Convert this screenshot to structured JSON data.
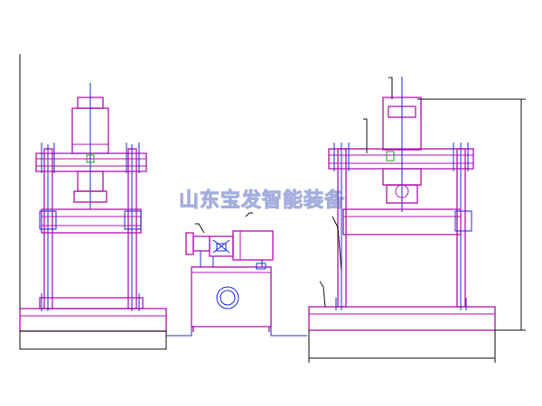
{
  "watermark": {
    "text": "山东宝发智能装备"
  },
  "colors": {
    "frame": "#b012b0",
    "hydraulic": "#1a2bd6",
    "dimension": "#111111",
    "center_mark": "#1aa01a",
    "background": "#ffffff"
  },
  "components": [
    {
      "id": "left-press",
      "label": ""
    },
    {
      "id": "hydraulic-power-unit",
      "label": ""
    },
    {
      "id": "right-press",
      "label": ""
    }
  ]
}
